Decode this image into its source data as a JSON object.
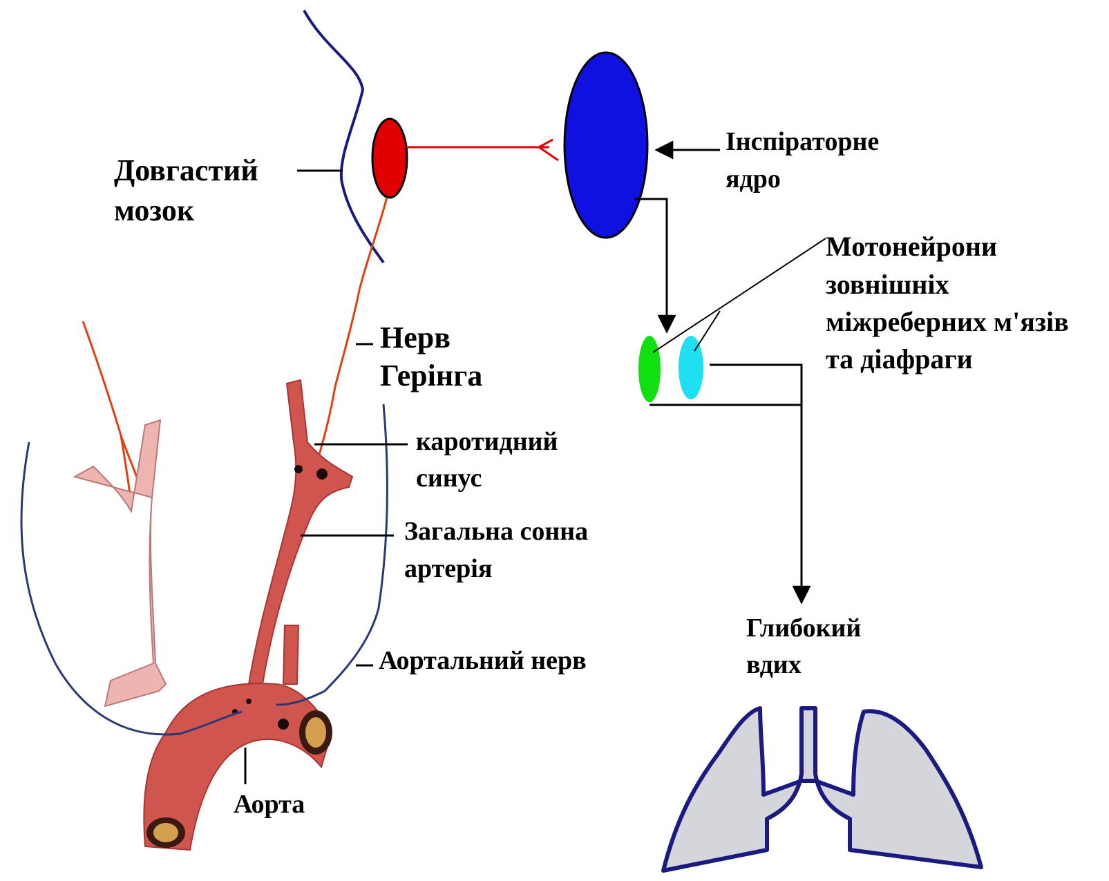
{
  "labels": {
    "medulla_line1": "Довгастий",
    "medulla_line2": "мозок",
    "inspiratory_line1": "Інспіраторне",
    "inspiratory_line2": "ядро",
    "motoneurons_line1": "Мотонейрони",
    "motoneurons_line2": "зовнішніх",
    "motoneurons_line3": "міжреберних м'язів",
    "motoneurons_line4": "та діафраги",
    "hering_line1": "Нерв",
    "hering_line2": "Герінга",
    "carotid_sinus_line1": "каротидний",
    "carotid_sinus_line2": "синус",
    "common_carotid_line1": "Загальна сонна",
    "common_carotid_line2": "артерія",
    "deep_breath_line1": "Глибокий",
    "deep_breath_line2": "вдих",
    "aortic_nerve": "Аортальний нерв",
    "aorta": "Аорта"
  },
  "colors": {
    "medulla_outline": "#1a1a80",
    "sensory_nucleus": "#e00000",
    "inspiratory_nucleus": "#1010e0",
    "motoneuron_left": "#10e010",
    "motoneuron_right": "#20e0f0",
    "nerve": "#e04010",
    "artery": "#d0554f",
    "artery_pale": "#eeb4b0",
    "lungs_fill": "#d4d6dc",
    "lungs_outline": "#1a1a80",
    "aortic_nerve": "#2a3a70"
  }
}
